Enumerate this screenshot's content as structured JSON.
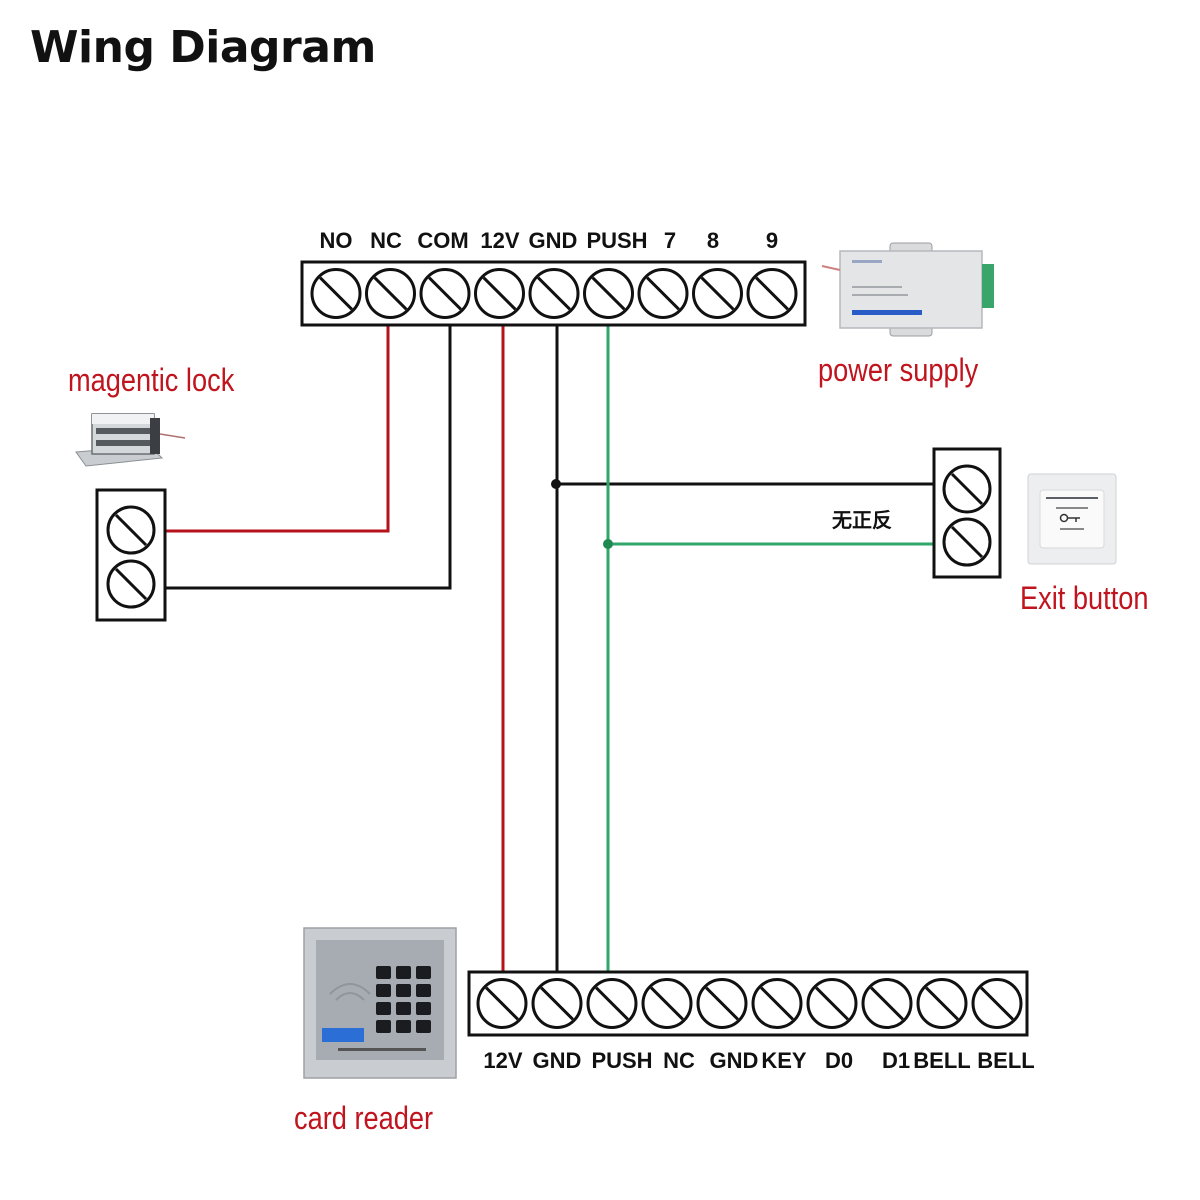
{
  "title": "Wing Diagram",
  "colors": {
    "red_wire": "#b5121b",
    "green_wire": "#2fa66a",
    "black_wire": "#111111",
    "label_red": "#c0141e"
  },
  "top_block": {
    "name": "controller-terminal-block",
    "pins": [
      "NO",
      "NC",
      "COM",
      "12V",
      "GND",
      "PUSH",
      "7",
      "8",
      "9"
    ]
  },
  "bottom_block": {
    "name": "card-reader-terminal-block",
    "pins": [
      "12V",
      "GND",
      "PUSH",
      "NC",
      "GND",
      "KEY",
      "D0",
      "D1",
      "BELL",
      "BELL"
    ]
  },
  "devices": {
    "magnetic_lock": {
      "label": "magentic lock",
      "terminals": 2
    },
    "power_supply": {
      "label": "power supply"
    },
    "exit_button": {
      "label": "Exit button",
      "terminals": 2,
      "polarity_note": "无正反"
    },
    "card_reader": {
      "label": "card reader"
    }
  },
  "connections": [
    {
      "from": "NC",
      "to": "magnetic_lock.terminal_1",
      "color": "red"
    },
    {
      "from": "COM",
      "to": "magnetic_lock.terminal_2",
      "color": "black"
    },
    {
      "from": "12V",
      "to": "card_reader.12V",
      "color": "red"
    },
    {
      "from": "GND",
      "to": "card_reader.GND",
      "color": "black"
    },
    {
      "from": "GND",
      "to": "exit_button.terminal_1",
      "color": "black"
    },
    {
      "from": "PUSH",
      "to": "card_reader.PUSH",
      "color": "green"
    },
    {
      "from": "PUSH",
      "to": "exit_button.terminal_2",
      "color": "green"
    }
  ]
}
